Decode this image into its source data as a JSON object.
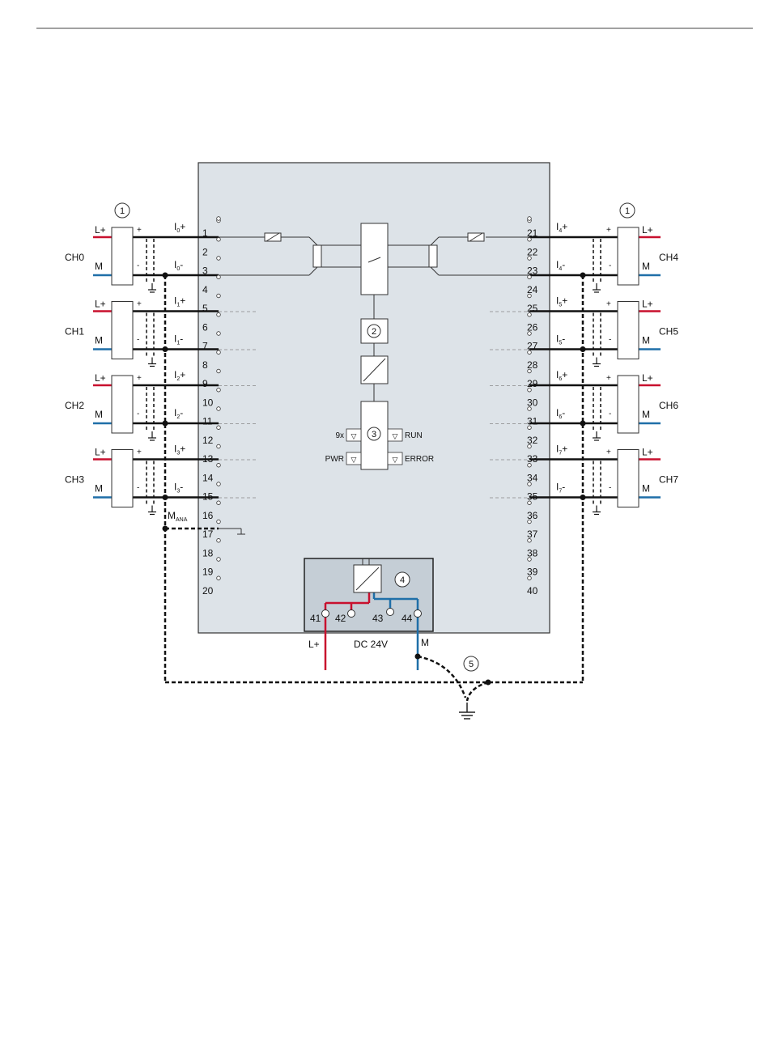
{
  "module_pins_left": [
    "1",
    "2",
    "3",
    "4",
    "5",
    "6",
    "7",
    "8",
    "9",
    "10",
    "11",
    "12",
    "13",
    "14",
    "15",
    "16",
    "17",
    "18",
    "19",
    "20"
  ],
  "module_pins_right": [
    "21",
    "22",
    "23",
    "24",
    "25",
    "26",
    "27",
    "28",
    "29",
    "30",
    "31",
    "32",
    "33",
    "34",
    "35",
    "36",
    "37",
    "38",
    "39",
    "40"
  ],
  "channels_left": [
    {
      "name": "CH0",
      "lplus": "L+",
      "m": "M",
      "plus": "+",
      "minus": "-",
      "in_plus": "I",
      "in_plus_sub": "0",
      "in_plus_sign": "+",
      "in_minus": "I",
      "in_minus_sub": "0",
      "in_minus_sign": "-"
    },
    {
      "name": "CH1",
      "lplus": "L+",
      "m": "M",
      "plus": "+",
      "minus": "-",
      "in_plus": "I",
      "in_plus_sub": "1",
      "in_plus_sign": "+",
      "in_minus": "I",
      "in_minus_sub": "1",
      "in_minus_sign": "-"
    },
    {
      "name": "CH2",
      "lplus": "L+",
      "m": "M",
      "plus": "+",
      "minus": "-",
      "in_plus": "I",
      "in_plus_sub": "2",
      "in_plus_sign": "+",
      "in_minus": "I",
      "in_minus_sub": "2",
      "in_minus_sign": "-"
    },
    {
      "name": "CH3",
      "lplus": "L+",
      "m": "M",
      "plus": "+",
      "minus": "-",
      "in_plus": "I",
      "in_plus_sub": "3",
      "in_plus_sign": "+",
      "in_minus": "I",
      "in_minus_sub": "3",
      "in_minus_sign": "-"
    }
  ],
  "channels_right": [
    {
      "name": "CH4",
      "lplus": "L+",
      "m": "M",
      "plus": "+",
      "minus": "-",
      "in_plus": "I",
      "in_plus_sub": "4",
      "in_plus_sign": "+",
      "in_minus": "I",
      "in_minus_sub": "4",
      "in_minus_sign": "-"
    },
    {
      "name": "CH5",
      "lplus": "L+",
      "m": "M",
      "plus": "+",
      "minus": "-",
      "in_plus": "I",
      "in_plus_sub": "5",
      "in_plus_sign": "+",
      "in_minus": "I",
      "in_minus_sub": "5",
      "in_minus_sign": "-"
    },
    {
      "name": "CH6",
      "lplus": "L+",
      "m": "M",
      "plus": "+",
      "minus": "-",
      "in_plus": "I",
      "in_plus_sub": "6",
      "in_plus_sign": "+",
      "in_minus": "I",
      "in_minus_sub": "6",
      "in_minus_sign": "-"
    },
    {
      "name": "CH7",
      "lplus": "L+",
      "m": "M",
      "plus": "+",
      "minus": "-",
      "in_plus": "I",
      "in_plus_sub": "7",
      "in_plus_sign": "+",
      "in_minus": "I",
      "in_minus_sub": "7",
      "in_minus_sign": "-"
    }
  ],
  "mana": {
    "main": "M",
    "sub": "ANA"
  },
  "callouts": {
    "sensor": "1",
    "isolation": "2",
    "logic": "3",
    "supply": "4",
    "ground": "5"
  },
  "leds": {
    "channel": "9x",
    "run": "RUN",
    "pwr": "PWR",
    "error": "ERROR"
  },
  "power": {
    "pins": [
      "41",
      "42",
      "43",
      "44"
    ],
    "lplus": "L+",
    "dc": "DC 24V",
    "m": "M"
  },
  "colors": {
    "red": "#c8102e",
    "blue": "#1f6fa8",
    "module_fill": "#dde3e8",
    "supply_fill": "#c5ced6"
  }
}
